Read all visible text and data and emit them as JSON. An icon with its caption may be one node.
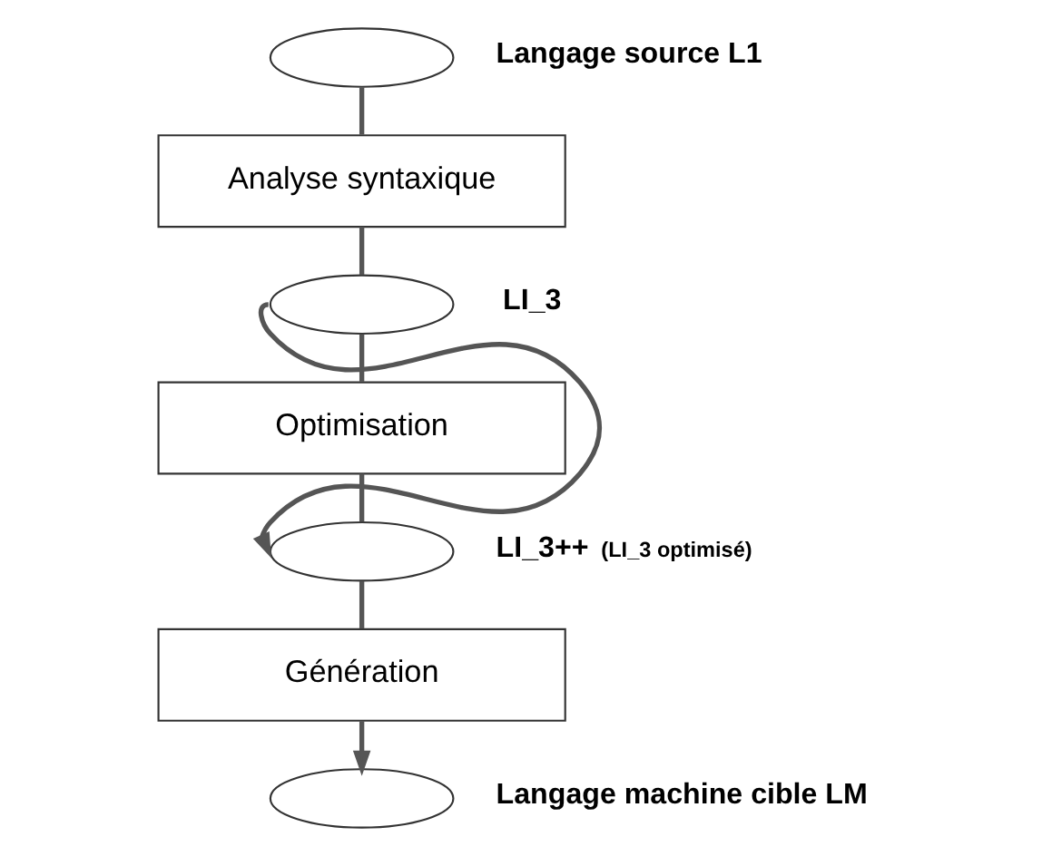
{
  "diagram": {
    "nodes": [
      {
        "text": [],
        "shape": "ellipse",
        "beside": [
          "Langage source L1"
        ]
      },
      {
        "text": [
          "Analyse syntaxique"
        ]
      },
      {
        "text": [],
        "shape": "ellipse",
        "beside": [
          "LI_3"
        ]
      },
      {
        "text": [
          "Optimisation"
        ]
      },
      {
        "text": [],
        "shape": "ellipse",
        "beside": [
          "LI_3++",
          "(LI_3 optimisé)"
        ]
      },
      {
        "text": [
          "Génération"
        ]
      },
      {
        "text": [],
        "shape": "ellipse",
        "beside": [
          "Langage machine cible LM"
        ]
      }
    ],
    "edges": [
      {
        "from": 0,
        "to": 1,
        "arrow": "none"
      },
      {
        "from": 1,
        "to": 2,
        "arrow": "none"
      },
      {
        "from": 2,
        "to": 3,
        "arrow": "none"
      },
      {
        "from": 3,
        "to": 4,
        "arrow": "none"
      },
      {
        "from": 2,
        "to": 4,
        "arrow": "to"
      },
      {
        "from": 4,
        "to": 5,
        "arrow": "none"
      },
      {
        "from": 5,
        "to": 6,
        "arrow": "to"
      }
    ]
  }
}
